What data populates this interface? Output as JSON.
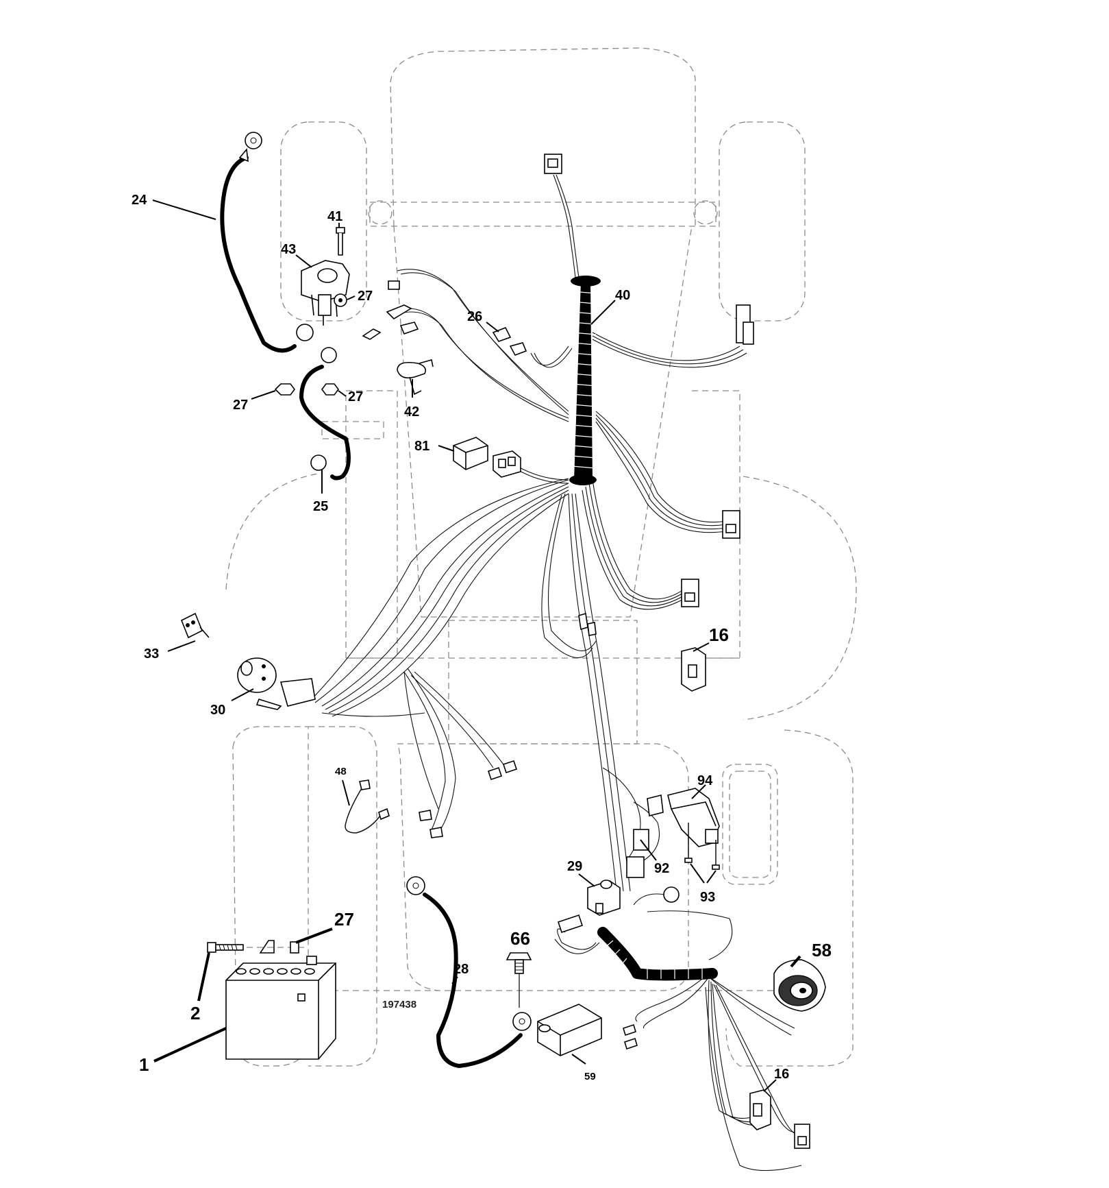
{
  "diagram": {
    "drawing_number": "197438",
    "callouts": [
      {
        "id": "c24",
        "text": "24"
      },
      {
        "id": "c41",
        "text": "41"
      },
      {
        "id": "c43",
        "text": "43"
      },
      {
        "id": "c27a",
        "text": "27"
      },
      {
        "id": "c40",
        "text": "40"
      },
      {
        "id": "c26",
        "text": "26"
      },
      {
        "id": "c27b",
        "text": "27"
      },
      {
        "id": "c27c",
        "text": "27"
      },
      {
        "id": "c42",
        "text": "42"
      },
      {
        "id": "c81",
        "text": "81"
      },
      {
        "id": "c25",
        "text": "25"
      },
      {
        "id": "c16a",
        "text": "16"
      },
      {
        "id": "c33",
        "text": "33"
      },
      {
        "id": "c30",
        "text": "30"
      },
      {
        "id": "c48",
        "text": "48"
      },
      {
        "id": "c94",
        "text": "94"
      },
      {
        "id": "c92",
        "text": "92"
      },
      {
        "id": "c29",
        "text": "29"
      },
      {
        "id": "c93",
        "text": "93"
      },
      {
        "id": "c27d",
        "text": "27"
      },
      {
        "id": "c66",
        "text": "66"
      },
      {
        "id": "c58",
        "text": "58"
      },
      {
        "id": "c28",
        "text": "28"
      },
      {
        "id": "c2",
        "text": "2"
      },
      {
        "id": "c1",
        "text": "1"
      },
      {
        "id": "c59",
        "text": "59"
      },
      {
        "id": "c16b",
        "text": "16"
      }
    ]
  }
}
